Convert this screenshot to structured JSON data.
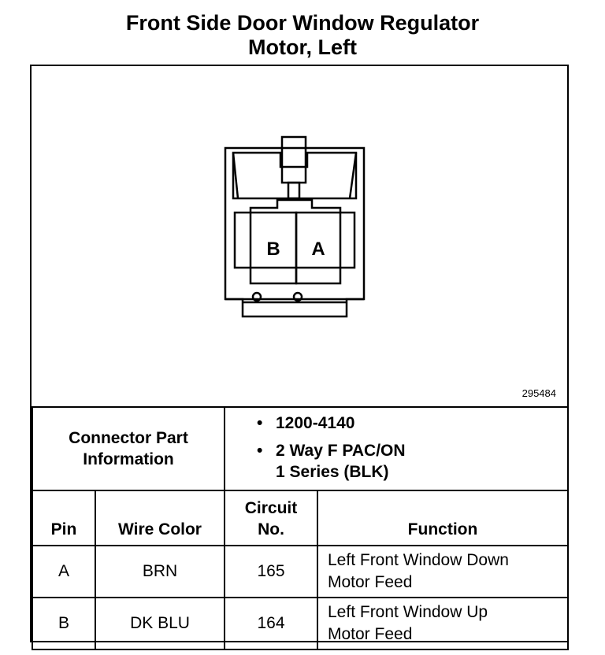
{
  "title": {
    "line1": "Front Side Door Window Regulator",
    "line2": "Motor, Left"
  },
  "diagram": {
    "pin_left": "B",
    "pin_right": "A",
    "figure_id": "295484"
  },
  "connector_info": {
    "label_line1": "Connector Part",
    "label_line2": "Information",
    "part_number": "1200-4140",
    "type_line1": "2 Way F PAC/ON",
    "type_line2": "1 Series (BLK)"
  },
  "table": {
    "headers": {
      "pin": "Pin",
      "wire_color": "Wire Color",
      "circuit_line1": "Circuit",
      "circuit_line2": "No.",
      "function": "Function"
    },
    "rows": [
      {
        "pin": "A",
        "wire_color": "BRN",
        "circuit": "165",
        "function_line1": "Left Front Window Down",
        "function_line2": "Motor Feed"
      },
      {
        "pin": "B",
        "wire_color": "DK BLU",
        "circuit": "164",
        "function_line1": "Left Front Window Up",
        "function_line2": "Motor Feed"
      }
    ]
  }
}
